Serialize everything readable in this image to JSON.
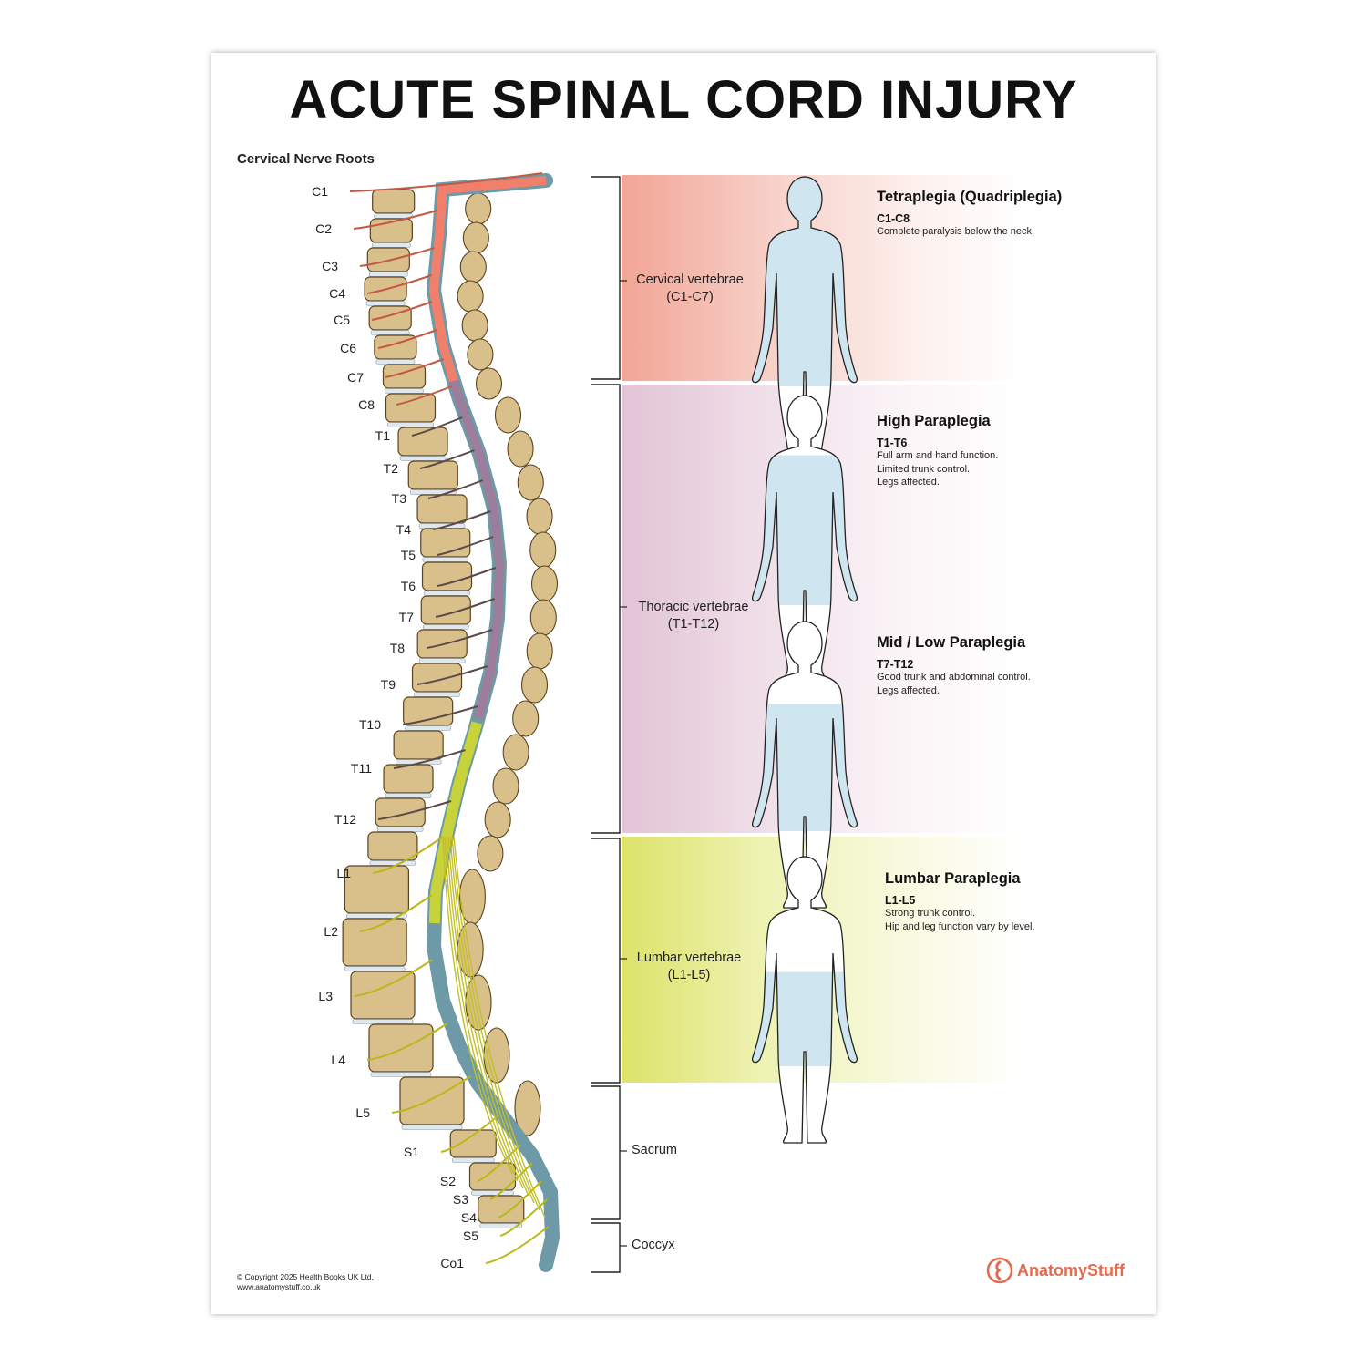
{
  "title": "ACUTE SPINAL CORD INJURY",
  "subtitle": "Cervical Nerve Roots",
  "nerve_labels": [
    "C1",
    "C2",
    "C3",
    "C4",
    "C5",
    "C6",
    "C7",
    "C8",
    "T1",
    "T2",
    "T3",
    "T4",
    "T5",
    "T6",
    "T7",
    "T8",
    "T9",
    "T10",
    "T11",
    "T12",
    "L1",
    "L2",
    "L3",
    "L4",
    "L5",
    "S1",
    "S2",
    "S3",
    "S4",
    "S5",
    "Co1"
  ],
  "regions": [
    {
      "label_1": "Cervical vertebrae",
      "label_2": "(C1-C7)"
    },
    {
      "label_1": "Thoracic vertebrae",
      "label_2": "(T1-T12)"
    },
    {
      "label_1": "Lumbar vertebrae",
      "label_2": "(L1-L5)"
    },
    {
      "label_1": "Sacrum",
      "label_2": ""
    },
    {
      "label_1": "Coccyx",
      "label_2": ""
    }
  ],
  "conditions": [
    {
      "title": "Tetraplegia (Quadriplegia)",
      "level": "C1-C8",
      "lines": [
        "Complete paralysis below the neck."
      ],
      "affected_from": 0.0
    },
    {
      "title": "High Paraplegia",
      "level": "T1-T6",
      "lines": [
        "Full arm and hand function.",
        "Limited trunk control.",
        "Legs affected."
      ],
      "affected_from": 0.29
    },
    {
      "title": "Mid / Low Paraplegia",
      "level": "T7-T12",
      "lines": [
        "Good trunk and abdominal control.",
        "Legs affected."
      ],
      "affected_from": 0.4
    },
    {
      "title": "Lumbar Paraplegia",
      "level": "L1-L5",
      "lines": [
        "Strong trunk control.",
        "Hip and leg function vary by level."
      ],
      "affected_from": 0.56
    }
  ],
  "copyright": {
    "line1": "© Copyright 2025 Health Books UK Ltd.",
    "line2": "www.anatomystuff.co.uk"
  },
  "logo": {
    "text": "AnatomyStuff"
  },
  "colors": {
    "cervical": "#f2a595",
    "thoracic": "#e2c4d6",
    "lumbar": "#dde36a",
    "affected": "#cfe6f0",
    "bone": "#d9c08a",
    "logo": "#e56a4f"
  }
}
